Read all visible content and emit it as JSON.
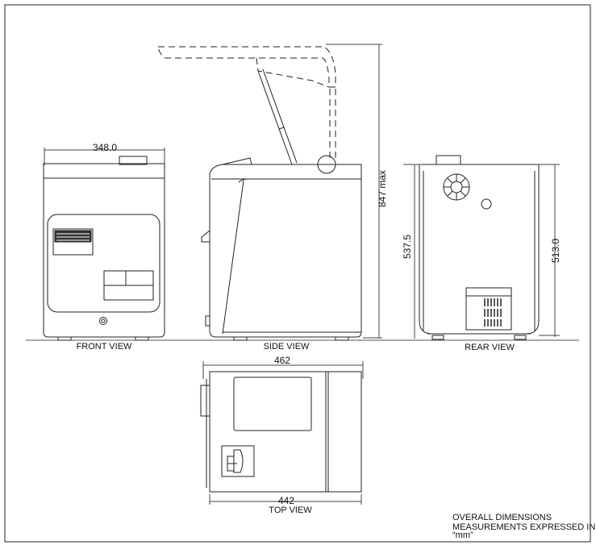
{
  "views": {
    "front": {
      "label": "FRONT VIEW",
      "width_dim": "348.0"
    },
    "side": {
      "label": "SIDE VIEW",
      "height_dim": "847 max"
    },
    "rear": {
      "label": "REAR VIEW",
      "left_dim": "537.5",
      "right_dim": "513.0"
    },
    "top": {
      "label": "TOP VIEW",
      "top_dim": "462",
      "bottom_dim": "442"
    }
  },
  "note": {
    "line1": "OVERALL DIMENSIONS",
    "line2": "MEASUREMENTS EXPRESSED IN",
    "line3": "“mm”"
  }
}
